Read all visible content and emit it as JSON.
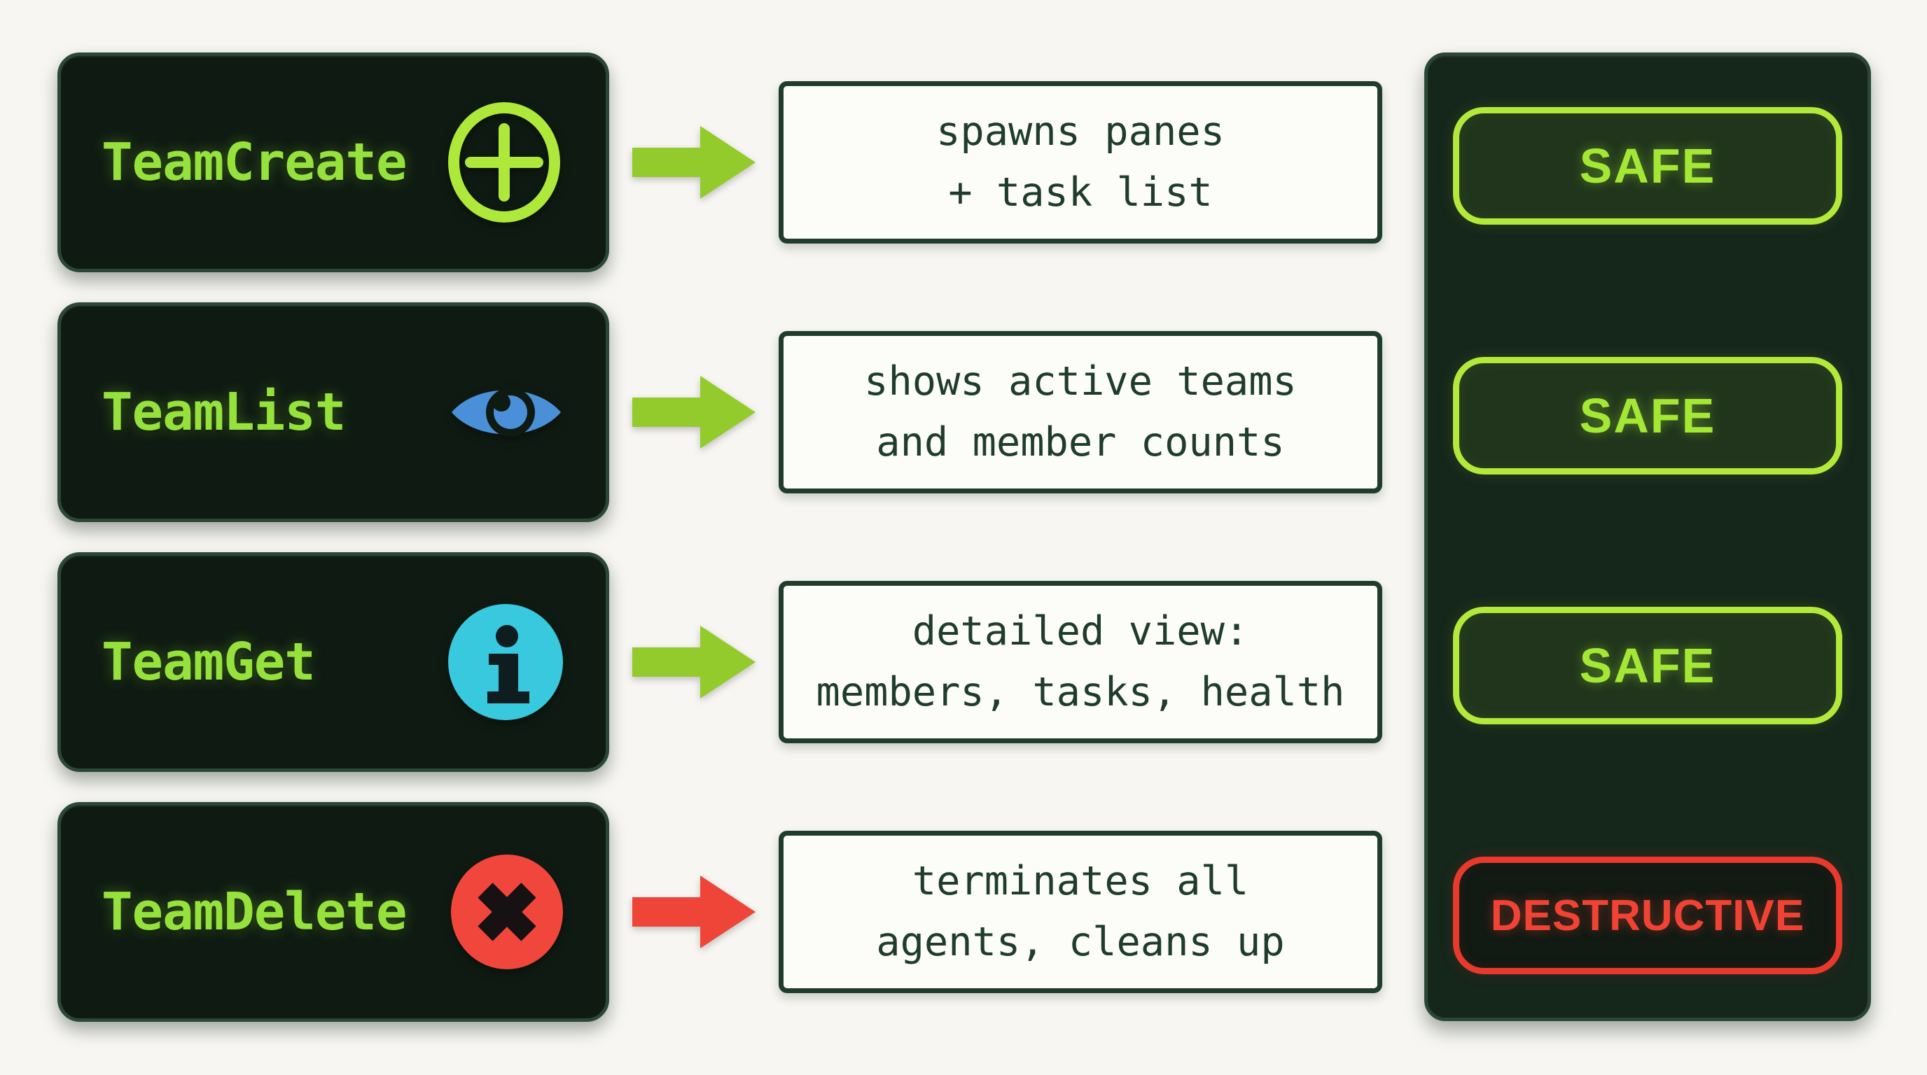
{
  "diagram": {
    "rows": [
      {
        "tool": "TeamCreate",
        "icon": "plus-circle-icon",
        "desc_line1": "spawns panes",
        "desc_line2": "+ task list",
        "safety": "SAFE",
        "severity": "safe"
      },
      {
        "tool": "TeamList",
        "icon": "eye-icon",
        "desc_line1": "shows active teams",
        "desc_line2": "and member counts",
        "safety": "SAFE",
        "severity": "safe"
      },
      {
        "tool": "TeamGet",
        "icon": "info-circle-icon",
        "desc_line1": "detailed view:",
        "desc_line2": "members, tasks, health",
        "safety": "SAFE",
        "severity": "safe"
      },
      {
        "tool": "TeamDelete",
        "icon": "x-circle-icon",
        "desc_line1": "terminates all",
        "desc_line2": "agents, cleans up",
        "safety": "DESTRUCTIVE",
        "severity": "destructive"
      }
    ],
    "colors": {
      "background": "#f7f6f2",
      "card_background": "#0f1b12",
      "card_border": "#2b4834",
      "tool_label_green": "#95e23c",
      "arrow_green": "#93cb2d",
      "arrow_red": "#ef4438",
      "box_background": "#fcfcf9",
      "box_border_text": "#1f3d2a",
      "panel_background": "#15261b",
      "safe_accent": "#b3e93b",
      "destructive_accent": "#e83a2c",
      "eye_blue": "#4a90d8",
      "info_cyan": "#38c9de",
      "x_red": "#f1463b"
    }
  }
}
